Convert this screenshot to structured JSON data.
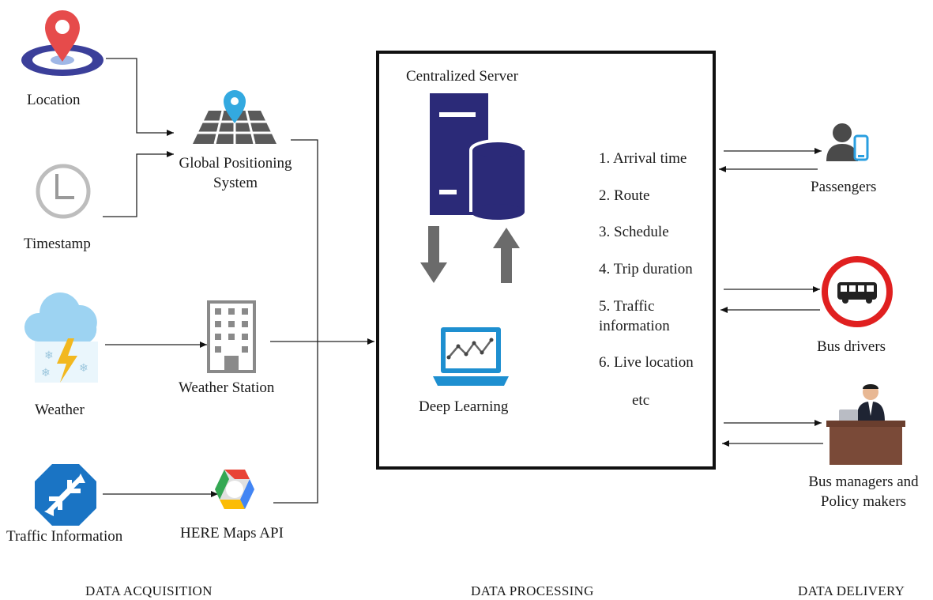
{
  "acquisition": {
    "section_label": "DATA ACQUISITION",
    "location": "Location",
    "timestamp": "Timestamp",
    "weather": "Weather",
    "traffic": "Traffic Information",
    "gps_line1": "Global Positioning",
    "gps_line2": "System",
    "weather_station": "Weather Station",
    "here_api": "HERE Maps API"
  },
  "processing": {
    "section_label": "DATA PROCESSING",
    "server": "Centralized Server",
    "deep_learning": "Deep Learning",
    "outputs": [
      "1. Arrival time",
      "2. Route",
      "3. Schedule",
      "4. Trip duration",
      "5. Traffic",
      "information",
      "6. Live location",
      "etc"
    ]
  },
  "delivery": {
    "section_label": "DATA DELIVERY",
    "passengers": "Passengers",
    "bus_drivers": "Bus drivers",
    "managers_line1": "Bus managers and",
    "managers_line2": "Policy makers"
  },
  "colors": {
    "server_navy": "#2b2a78",
    "laptop_blue": "#1e8fd0",
    "pin_red": "#e64b4b",
    "ring_navy": "#3b3f9a",
    "cloud_blue": "#9dd3f2",
    "bolt_yellow": "#f2b81f",
    "traffic_blue": "#1a74c4",
    "sign_red": "#e02020",
    "desk_brown": "#7a4a38",
    "arrow_gray": "#6b6b6b"
  }
}
